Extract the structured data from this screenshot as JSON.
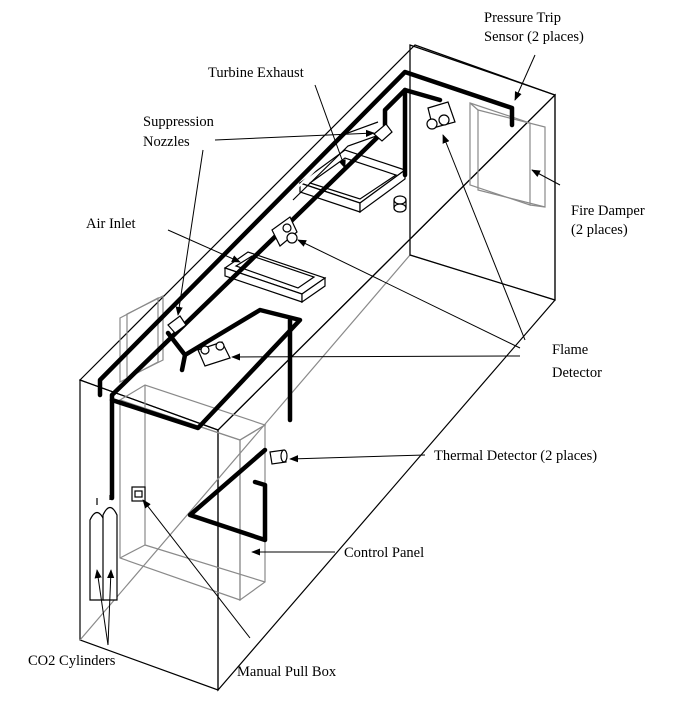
{
  "labels": {
    "pressure_trip_line1": "Pressure Trip",
    "pressure_trip_line2": "Sensor (2 places)",
    "turbine_exhaust": "Turbine Exhaust",
    "suppression_line1": "Suppression",
    "suppression_line2": "Nozzles",
    "fire_damper_line1": "Fire Damper",
    "fire_damper_line2": "(2 places)",
    "air_inlet": "Air Inlet",
    "flame_detector_line1": "Flame",
    "flame_detector_line2": "Detector",
    "thermal_detector": "Thermal Detector (2 places)",
    "control_panel": "Control Panel",
    "co2_cylinders": "CO2 Cylinders",
    "manual_pull_box": "Manual Pull Box"
  }
}
